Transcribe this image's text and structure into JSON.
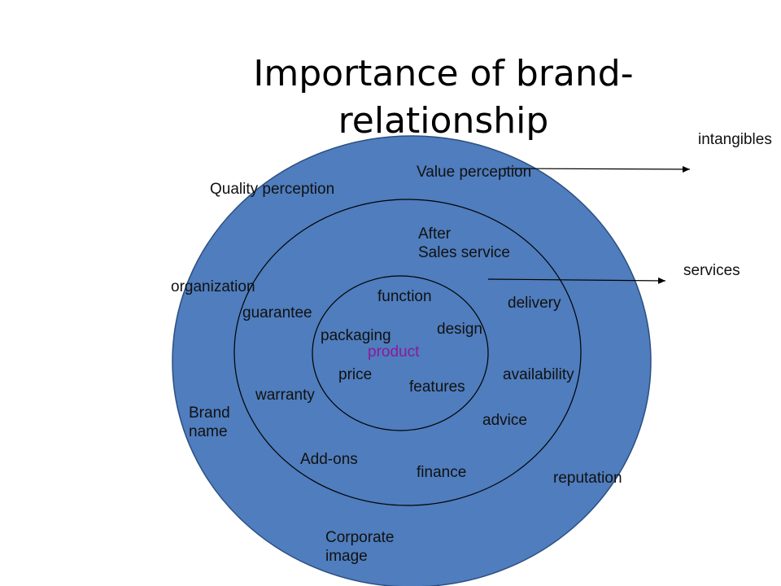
{
  "slide": {
    "title": "Importance of brand-\nrelationship"
  },
  "colors": {
    "outer_fill": "#4f7dbd",
    "ring_stroke": "#000000",
    "product_text": "#8a1a9b"
  },
  "diagram": {
    "center_label": "product",
    "inner_ring_items": [
      "function",
      "design",
      "packaging",
      "price",
      "features"
    ],
    "middle_ring_items": [
      "After\nSales service",
      "delivery",
      "guarantee",
      "availability",
      "warranty",
      "advice",
      "Add-ons",
      "finance"
    ],
    "outer_ring_items": [
      "Value perception",
      "Quality perception",
      "organization",
      "Brand\nname",
      "reputation",
      "Corporate\nimage"
    ],
    "side_labels": {
      "intangibles": "intangibles",
      "services": "services"
    }
  }
}
